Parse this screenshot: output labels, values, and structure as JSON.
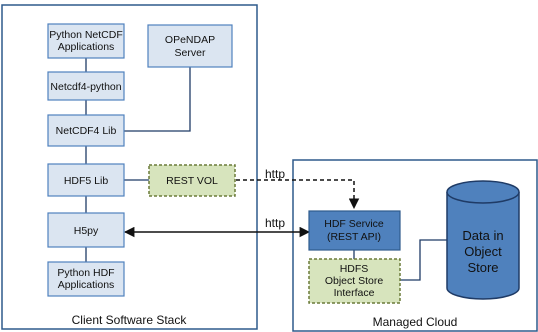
{
  "groups": {
    "client": {
      "caption": "Client Software Stack"
    },
    "cloud": {
      "caption": "Managed Cloud"
    }
  },
  "nodes": {
    "python_netcdf_apps": [
      "Python NetCDF",
      "Applications"
    ],
    "opendap_server": [
      "OPeNDAP",
      "Server"
    ],
    "netcdf4_python": [
      "Netcdf4-python"
    ],
    "netcdf4_lib": [
      "NetCDF4 Lib"
    ],
    "hdf5_lib": [
      "HDF5 Lib"
    ],
    "rest_vol": [
      "REST VOL"
    ],
    "h5py": [
      "H5py"
    ],
    "python_hdf_apps": [
      "Python HDF",
      "Applications"
    ],
    "hdf_service": [
      "HDF Service",
      "(REST API)"
    ],
    "hdfs_interface": [
      "HDFS",
      "Object Store",
      "Interface"
    ],
    "object_store": [
      "Data in",
      "Object",
      "Store"
    ]
  },
  "edges": {
    "rest_vol_to_service": "http",
    "h5py_to_service": "http"
  },
  "colors": {
    "box_fill": "#dbe5f1",
    "box_stroke": "#4f81bd",
    "service_fill": "#4f81bd",
    "interface_fill": "#d7e4bd",
    "interface_stroke": "#6b7b3a",
    "container_stroke": "#2e5a8c",
    "cylinder_fill": "#4f81bd",
    "cylinder_stroke": "#1f3b66",
    "edge": "#1f3b66"
  }
}
